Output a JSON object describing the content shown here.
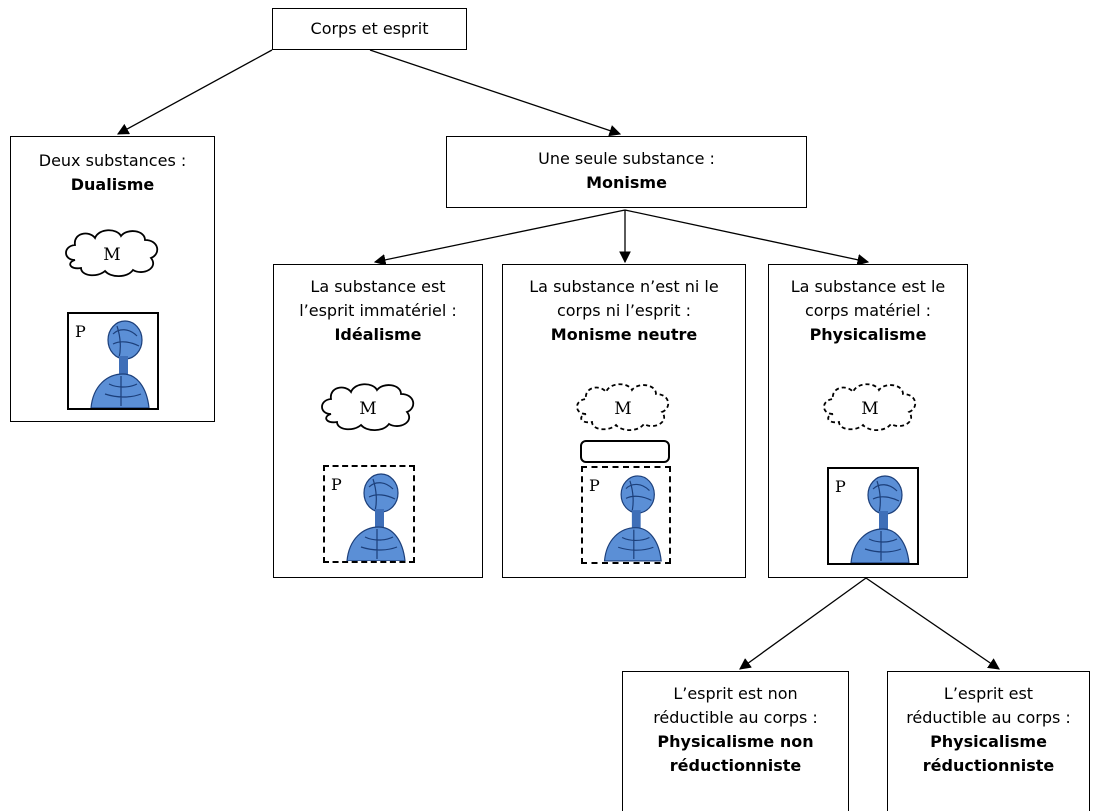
{
  "root": {
    "label": "Corps et esprit"
  },
  "dualisme": {
    "line1": "Deux substances :",
    "name": "Dualisme"
  },
  "monisme": {
    "line1": "Une seule substance :",
    "name": "Monisme"
  },
  "idealisme": {
    "line1": "La substance est",
    "line2": "l’esprit immatériel :",
    "name": "Idéalisme"
  },
  "monisme_neutre": {
    "line1": "La substance n’est ni le",
    "line2": "corps ni l’esprit :",
    "name": "Monisme neutre"
  },
  "physicalisme": {
    "line1": "La substance est le",
    "line2": "corps matériel :",
    "name": "Physicalisme"
  },
  "non_reductionniste": {
    "line1": "L’esprit est non",
    "line2": "réductible au corps :",
    "name1": "Physicalisme non",
    "name2": "réductionniste"
  },
  "reductionniste": {
    "line1": "L’esprit est",
    "line2": "réductible au corps :",
    "name1": "Physicalisme",
    "name2": "réductionniste"
  },
  "symbols": {
    "mind": "M",
    "physical": "P"
  },
  "icons": {
    "mind": "cloud-icon",
    "body": "human-head-figure-icon"
  },
  "colors": {
    "figure_blue": "#5b8fd6",
    "figure_dark": "#1c3f7a"
  }
}
